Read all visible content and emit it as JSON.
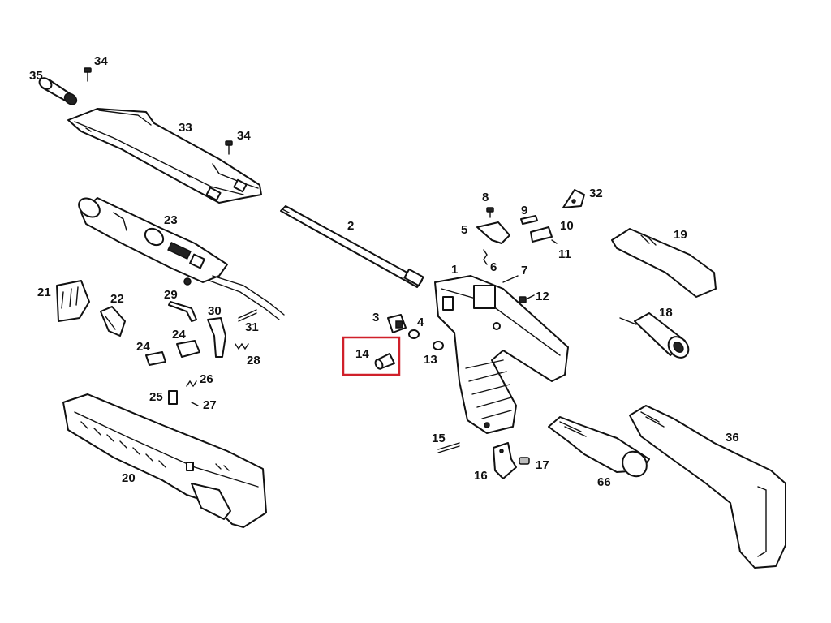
{
  "diagram": {
    "highlight_part": "14",
    "highlight_color": "#d0202a",
    "labels": {
      "p1": "1",
      "p2": "2",
      "p3": "3",
      "p4": "4",
      "p5": "5",
      "p6": "6",
      "p7": "7",
      "p8": "8",
      "p9": "9",
      "p10": "10",
      "p11": "11",
      "p12": "12",
      "p13": "13",
      "p14": "14",
      "p15": "15",
      "p16": "16",
      "p17": "17",
      "p18": "18",
      "p19": "19",
      "p20": "20",
      "p21": "21",
      "p22": "22",
      "p23": "23",
      "p24a": "24",
      "p24b": "24",
      "p25": "25",
      "p26": "26",
      "p27": "27",
      "p28": "28",
      "p29": "29",
      "p30": "30",
      "p31": "31",
      "p32": "32",
      "p33": "33",
      "p34a": "34",
      "p34b": "34",
      "p35": "35",
      "p36": "36",
      "p66": "66"
    }
  }
}
